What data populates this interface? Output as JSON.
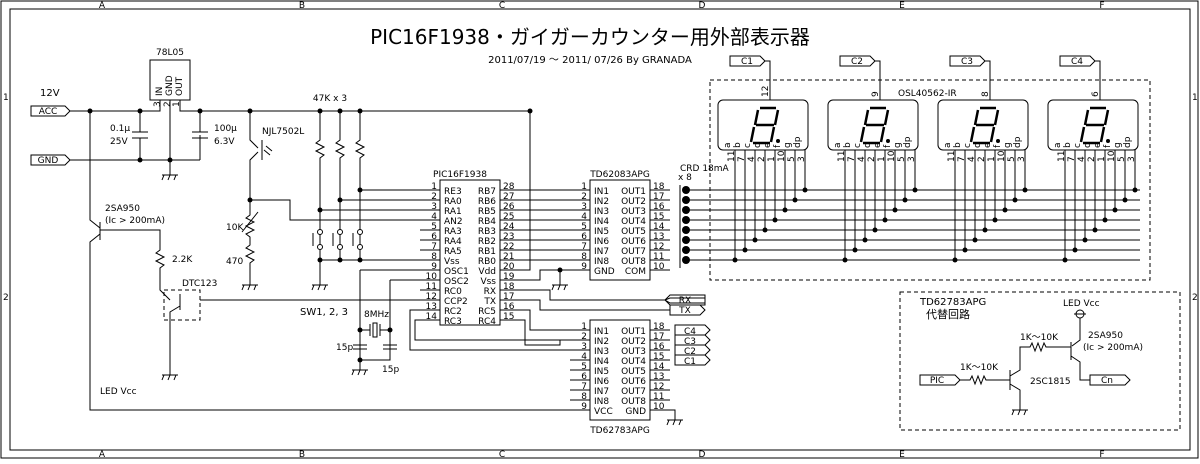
{
  "title": "PIC16F1938・ガイガーカウンター用外部表示器",
  "subtitle": "2011/07/19 〜 2011/ 07/26 By  GRANADA",
  "border": {
    "columns": [
      "A",
      "B",
      "C",
      "D",
      "E",
      "F"
    ],
    "rows": [
      "1",
      "2"
    ]
  },
  "power": {
    "voltage_label": "12V",
    "acc_port": "ACC",
    "gnd_port": "GND",
    "regulator": "78L05",
    "regulator_pins": [
      "IN",
      "GND",
      "OUT"
    ],
    "regulator_pin_numbers": [
      "3",
      "2",
      "1"
    ],
    "cap_in": [
      "0.1µ",
      "25V"
    ],
    "cap_out": [
      "100µ",
      "6.3V"
    ],
    "cap_vdd": "0.1µ"
  },
  "sensor": {
    "phototransistor": "NJL7502L",
    "pot": "10K",
    "resistor": "470"
  },
  "pullups": {
    "label": "47K x 3"
  },
  "switches": {
    "label": "SW1, 2, 3"
  },
  "crystal": {
    "freq": "8MHz",
    "cap1": "15p",
    "cap2": "15p"
  },
  "led_driver": {
    "transistor": "2SA950",
    "transistor_note": "(Ic > 200mA)",
    "resistor": "2.2K",
    "digital_transistor": "DTC123",
    "vcc_label": "LED Vcc"
  },
  "mcu": {
    "name": "PIC16F1938",
    "left_pins": [
      {
        "num": "1",
        "name": "RE3"
      },
      {
        "num": "2",
        "name": "RA0"
      },
      {
        "num": "3",
        "name": "RA1"
      },
      {
        "num": "4",
        "name": "AN2"
      },
      {
        "num": "5",
        "name": "RA3"
      },
      {
        "num": "6",
        "name": "RA4"
      },
      {
        "num": "7",
        "name": "RA5"
      },
      {
        "num": "8",
        "name": "Vss"
      },
      {
        "num": "9",
        "name": "OSC1"
      },
      {
        "num": "10",
        "name": "OSC2"
      },
      {
        "num": "11",
        "name": "RC0"
      },
      {
        "num": "12",
        "name": "CCP2"
      },
      {
        "num": "13",
        "name": "RC2"
      },
      {
        "num": "14",
        "name": "RC3"
      }
    ],
    "right_pins": [
      {
        "num": "28",
        "name": "RB7"
      },
      {
        "num": "27",
        "name": "RB6"
      },
      {
        "num": "26",
        "name": "RB5"
      },
      {
        "num": "25",
        "name": "RB4"
      },
      {
        "num": "24",
        "name": "RB3"
      },
      {
        "num": "23",
        "name": "RB2"
      },
      {
        "num": "22",
        "name": "RB1"
      },
      {
        "num": "21",
        "name": "RB0"
      },
      {
        "num": "20",
        "name": "Vdd"
      },
      {
        "num": "19",
        "name": "Vss"
      },
      {
        "num": "18",
        "name": "RX"
      },
      {
        "num": "17",
        "name": "TX"
      },
      {
        "num": "16",
        "name": "RC5"
      },
      {
        "num": "15",
        "name": "RC4"
      }
    ]
  },
  "sink_driver": {
    "name": "TD62083APG",
    "left_pins": [
      {
        "num": "1",
        "name": "IN1"
      },
      {
        "num": "2",
        "name": "IN2"
      },
      {
        "num": "3",
        "name": "IN3"
      },
      {
        "num": "4",
        "name": "IN4"
      },
      {
        "num": "5",
        "name": "IN5"
      },
      {
        "num": "6",
        "name": "IN6"
      },
      {
        "num": "7",
        "name": "IN7"
      },
      {
        "num": "8",
        "name": "IN8"
      },
      {
        "num": "9",
        "name": "GND"
      }
    ],
    "right_pins": [
      {
        "num": "18",
        "name": "OUT1"
      },
      {
        "num": "17",
        "name": "OUT2"
      },
      {
        "num": "16",
        "name": "OUT3"
      },
      {
        "num": "15",
        "name": "OUT4"
      },
      {
        "num": "14",
        "name": "OUT5"
      },
      {
        "num": "13",
        "name": "OUT6"
      },
      {
        "num": "12",
        "name": "OUT7"
      },
      {
        "num": "11",
        "name": "OUT8"
      },
      {
        "num": "10",
        "name": "COM"
      }
    ],
    "crd_label": "CRD  18mA",
    "crd_count": "x 8"
  },
  "source_driver": {
    "name": "TD62783APG",
    "left_pins": [
      {
        "num": "1",
        "name": "IN1"
      },
      {
        "num": "2",
        "name": "IN2"
      },
      {
        "num": "3",
        "name": "IN3"
      },
      {
        "num": "4",
        "name": "IN4"
      },
      {
        "num": "5",
        "name": "IN5"
      },
      {
        "num": "6",
        "name": "IN6"
      },
      {
        "num": "7",
        "name": "IN7"
      },
      {
        "num": "8",
        "name": "IN8"
      },
      {
        "num": "9",
        "name": "VCC"
      }
    ],
    "right_pins": [
      {
        "num": "18",
        "name": "OUT1"
      },
      {
        "num": "17",
        "name": "OUT2"
      },
      {
        "num": "16",
        "name": "OUT3"
      },
      {
        "num": "15",
        "name": "OUT4"
      },
      {
        "num": "14",
        "name": "OUT5"
      },
      {
        "num": "13",
        "name": "OUT6"
      },
      {
        "num": "12",
        "name": "OUT7"
      },
      {
        "num": "11",
        "name": "OUT8"
      },
      {
        "num": "10",
        "name": "GND"
      }
    ],
    "out_ports": [
      "C4",
      "C3",
      "C2",
      "C1"
    ]
  },
  "serial_ports": [
    "RX",
    "TX"
  ],
  "display": {
    "name": "OSL40562-IR",
    "digits": [
      {
        "port": "C1",
        "common_pin": "12"
      },
      {
        "port": "C2",
        "common_pin": "9"
      },
      {
        "port": "C3",
        "common_pin": "8"
      },
      {
        "port": "C4",
        "common_pin": "6"
      }
    ],
    "segments": [
      "a",
      "b",
      "c",
      "d",
      "e",
      "f",
      "g",
      "dp"
    ],
    "segment_pins": [
      "11",
      "7",
      "4",
      "2",
      "1",
      "10",
      "5",
      "3"
    ]
  },
  "alt_circuit": {
    "title_line1": "TD62783APG",
    "title_line2": "代替回路",
    "vcc_label": "LED Vcc",
    "r1": "1K〜10K",
    "r2": "1K〜10K",
    "pnp": "2SA950",
    "pnp_note": "(Ic > 200mA)",
    "npn": "2SC1815",
    "in_port": "PIC",
    "out_port": "Cn"
  }
}
